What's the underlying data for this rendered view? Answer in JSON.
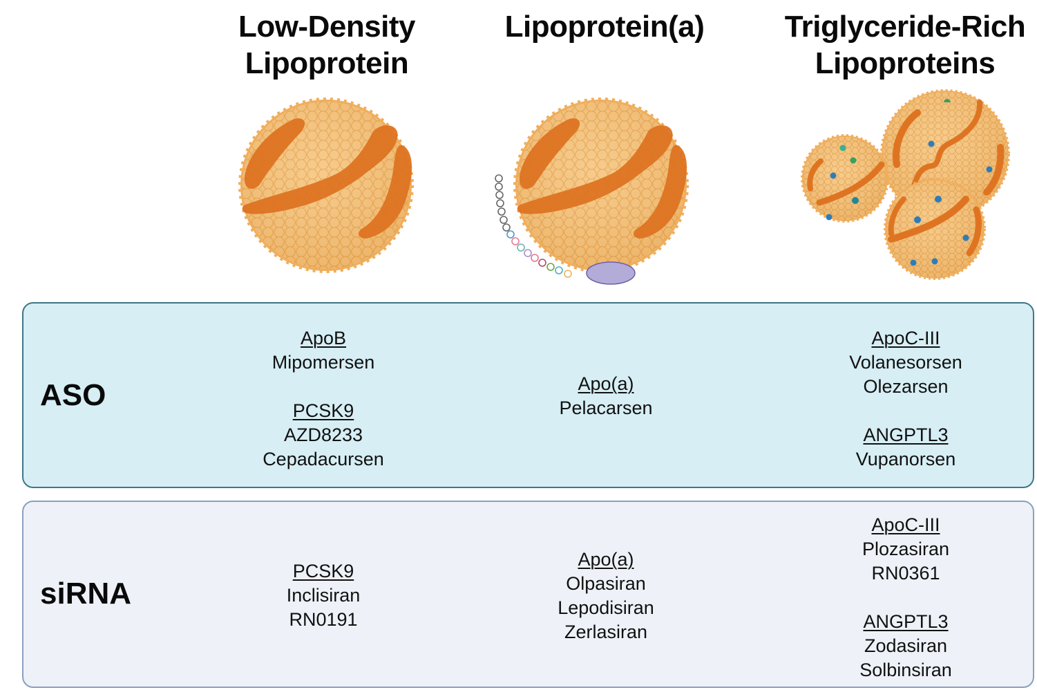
{
  "columns": [
    {
      "id": "ldl",
      "title_lines": [
        "Low-Density",
        "Lipoprotein"
      ]
    },
    {
      "id": "lpa",
      "title_lines": [
        "Lipoprotein(a)"
      ]
    },
    {
      "id": "trl",
      "title_lines": [
        "Triglyceride-Rich",
        "Lipoproteins"
      ]
    }
  ],
  "colors": {
    "particle_fill": "#f2b766",
    "particle_edge": "#e49a3c",
    "apob_band": "#de7422",
    "apo_a_ellipse": "#b3acd8",
    "aso_panel_bg": "#d6eef4",
    "aso_panel_border": "#3f7688",
    "sirna_panel_bg": "#eef2f8",
    "sirna_panel_border": "#8a9fbe"
  },
  "rows": {
    "aso": {
      "label": "ASO",
      "ldl": [
        {
          "target": "ApoB",
          "drugs": [
            "Mipomersen"
          ]
        },
        {
          "target": "PCSK9",
          "drugs": [
            "AZD8233",
            "Cepadacursen"
          ]
        }
      ],
      "lpa": [
        {
          "target": "Apo(a)",
          "drugs": [
            "Pelacarsen"
          ]
        }
      ],
      "trl": [
        {
          "target": "ApoC-III",
          "drugs": [
            "Volanesorsen",
            "Olezarsen"
          ]
        },
        {
          "target": "ANGPTL3",
          "drugs": [
            "Vupanorsen"
          ]
        }
      ]
    },
    "sirna": {
      "label": "siRNA",
      "ldl": [
        {
          "target": "PCSK9",
          "drugs": [
            "Inclisiran",
            "RN0191"
          ]
        }
      ],
      "lpa": [
        {
          "target": "Apo(a)",
          "drugs": [
            "Olpasiran",
            "Lepodisiran",
            "Zerlasiran"
          ]
        }
      ],
      "trl": [
        {
          "target": "ApoC-III",
          "drugs": [
            "Plozasiran",
            "RN0361"
          ]
        },
        {
          "target": "ANGPTL3",
          "drugs": [
            "Zodasiran",
            "Solbinsiran"
          ]
        }
      ]
    }
  }
}
